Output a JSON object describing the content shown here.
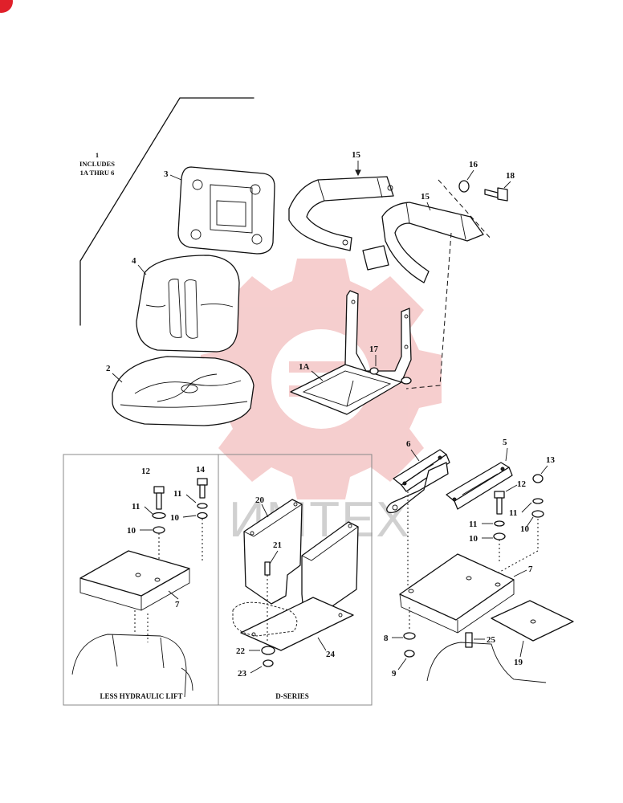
{
  "watermark": {
    "text": "ИМТЕХ",
    "gear_color": "#f2b8b8",
    "corner_color": "#e0202a"
  },
  "callouts": [
    {
      "id": "c1",
      "text": "1"
    },
    {
      "id": "c1a",
      "text": "1A"
    },
    {
      "id": "c2",
      "text": "2"
    },
    {
      "id": "c3",
      "text": "3"
    },
    {
      "id": "c4",
      "text": "4"
    },
    {
      "id": "c5",
      "text": "5"
    },
    {
      "id": "c6",
      "text": "6"
    },
    {
      "id": "c7",
      "text": "7"
    },
    {
      "id": "c7b",
      "text": "7"
    },
    {
      "id": "c8",
      "text": "8"
    },
    {
      "id": "c9",
      "text": "9"
    },
    {
      "id": "c10a",
      "text": "10"
    },
    {
      "id": "c10b",
      "text": "10"
    },
    {
      "id": "c10c",
      "text": "10"
    },
    {
      "id": "c10d",
      "text": "10"
    },
    {
      "id": "c11a",
      "text": "11"
    },
    {
      "id": "c11b",
      "text": "11"
    },
    {
      "id": "c11c",
      "text": "11"
    },
    {
      "id": "c11d",
      "text": "11"
    },
    {
      "id": "c12a",
      "text": "12"
    },
    {
      "id": "c12b",
      "text": "12"
    },
    {
      "id": "c13",
      "text": "13"
    },
    {
      "id": "c14",
      "text": "14"
    },
    {
      "id": "c15a",
      "text": "15"
    },
    {
      "id": "c15b",
      "text": "15"
    },
    {
      "id": "c16",
      "text": "16"
    },
    {
      "id": "c17",
      "text": "17"
    },
    {
      "id": "c18",
      "text": "18"
    },
    {
      "id": "c19",
      "text": "19"
    },
    {
      "id": "c20",
      "text": "20"
    },
    {
      "id": "c21",
      "text": "21"
    },
    {
      "id": "c22",
      "text": "22"
    },
    {
      "id": "c23",
      "text": "23"
    },
    {
      "id": "c24",
      "text": "24"
    },
    {
      "id": "c25",
      "text": "25"
    }
  ],
  "notes": {
    "includes_line1": "INCLUDES",
    "includes_line2": "1A THRU 6"
  },
  "panels": [
    {
      "caption": "LESS HYDRAULIC LIFT"
    },
    {
      "caption": "D-SERIES"
    }
  ]
}
